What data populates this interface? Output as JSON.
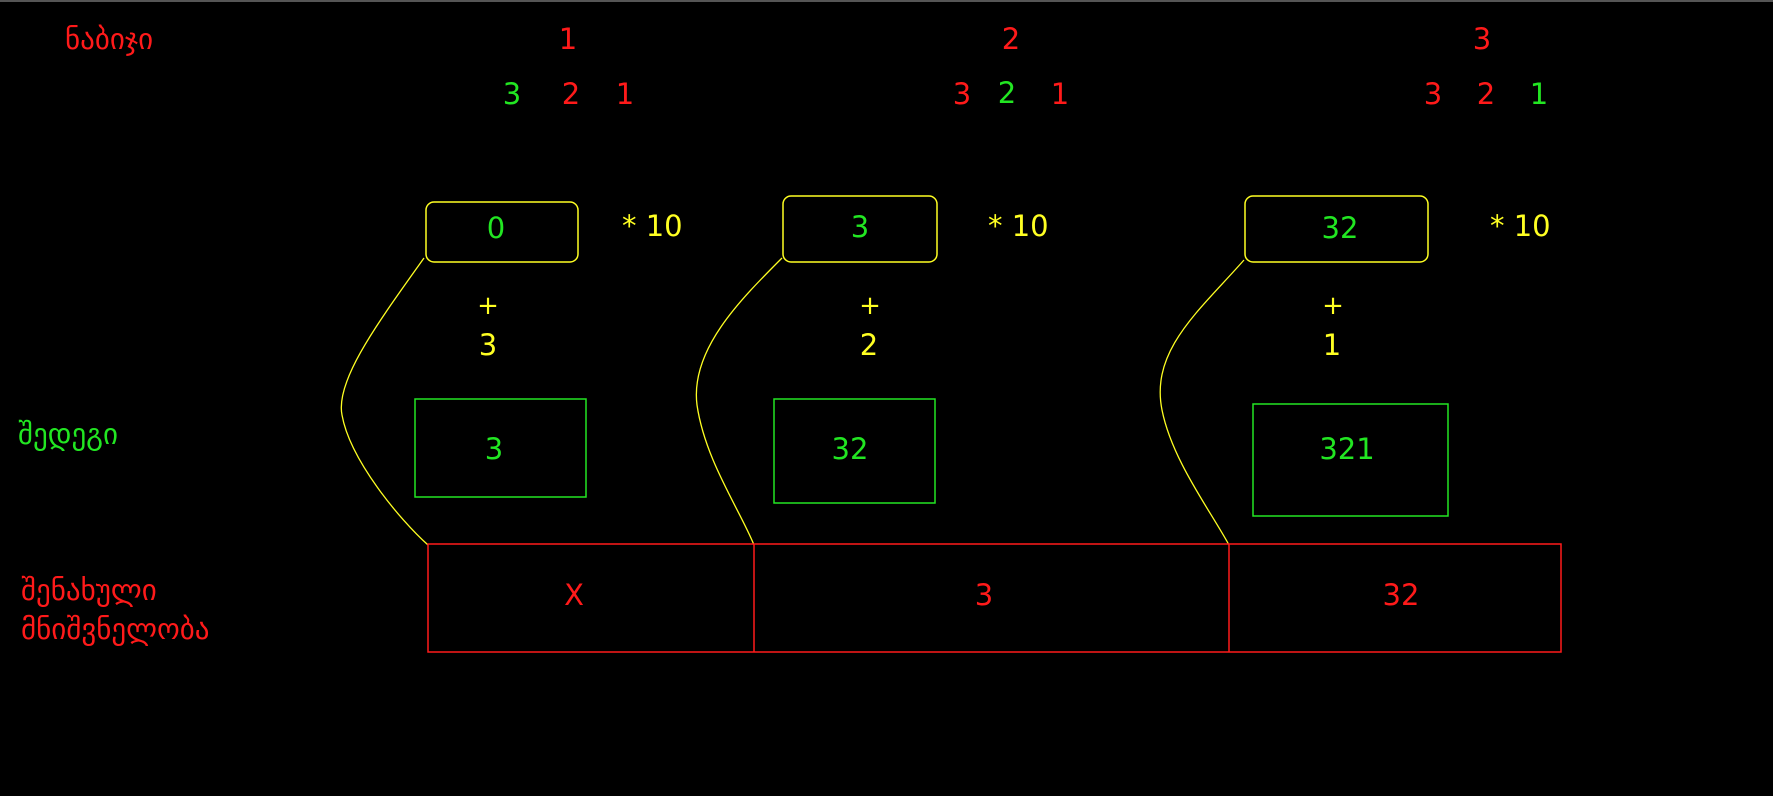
{
  "labels": {
    "step": "ნაბიჯი",
    "result": "შედეგი",
    "saved_line1": "შენახული",
    "saved_line2": "მნიშვნელობა"
  },
  "operators": {
    "plus": "+"
  },
  "colors": {
    "background": "#000000",
    "red": "#ff1a1a",
    "green": "#22e622",
    "yellow": "#ffff22"
  },
  "steps": [
    {
      "number": "1",
      "digits": [
        {
          "text": "3",
          "highlight": true
        },
        {
          "text": "2",
          "highlight": false
        },
        {
          "text": "1",
          "highlight": false
        }
      ],
      "prev_value": "0",
      "multiplier": "* 10",
      "added_digit": "3",
      "result": "3",
      "saved": "X"
    },
    {
      "number": "2",
      "digits": [
        {
          "text": "3",
          "highlight": false
        },
        {
          "text": "2",
          "highlight": true
        },
        {
          "text": "1",
          "highlight": false
        }
      ],
      "prev_value": "3",
      "multiplier": "* 10",
      "added_digit": "2",
      "result": "32",
      "saved": "3"
    },
    {
      "number": "3",
      "digits": [
        {
          "text": "3",
          "highlight": false
        },
        {
          "text": "2",
          "highlight": false
        },
        {
          "text": "1",
          "highlight": true
        }
      ],
      "prev_value": "32",
      "multiplier": "* 10",
      "added_digit": "1",
      "result": "321",
      "saved": "32"
    }
  ]
}
